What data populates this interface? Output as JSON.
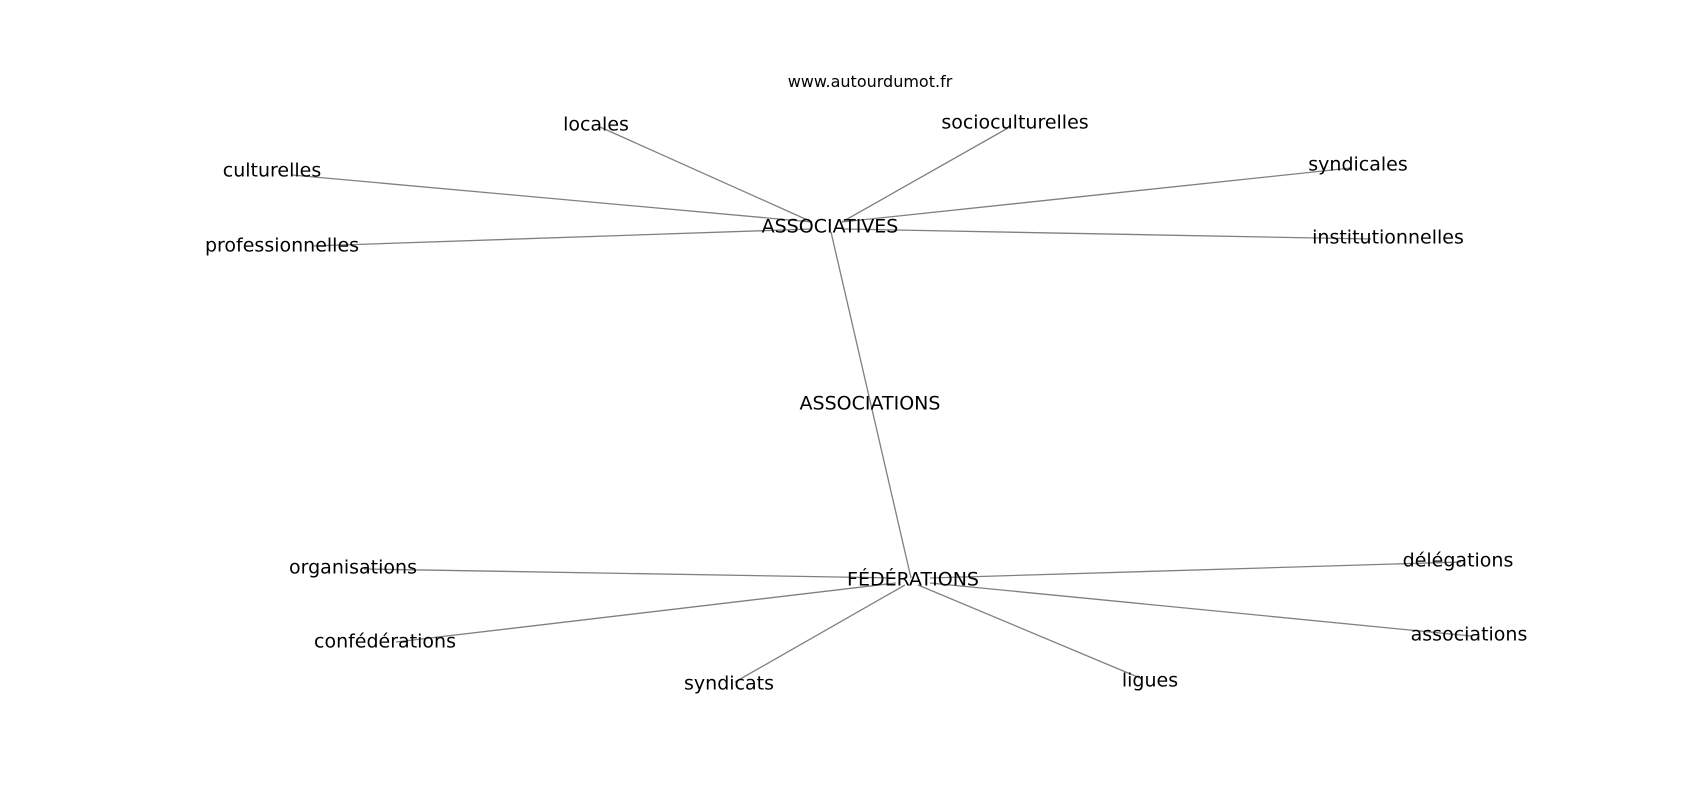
{
  "source": "www.autourdumot.fr",
  "center": "ASSOCIATIONS",
  "hubs": {
    "top": {
      "label": "ASSOCIATIVES",
      "neighbors": [
        "locales",
        "socioculturelles",
        "culturelles",
        "syndicales",
        "professionnelles",
        "institutionnelles"
      ]
    },
    "bottom": {
      "label": "FÉDÉRATIONS",
      "neighbors": [
        "organisations",
        "délégations",
        "confédérations",
        "associations",
        "syndicats",
        "ligues"
      ]
    }
  },
  "edge_color": "#808080"
}
